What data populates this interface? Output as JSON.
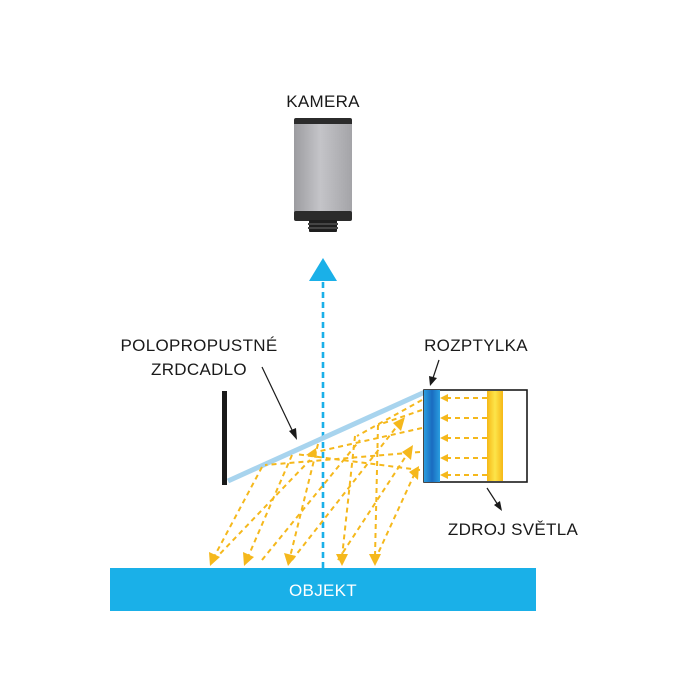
{
  "labels": {
    "camera": "KAMERA",
    "mirror_line1": "POLOPROPUSTNÉ",
    "mirror_line2": "ZRDCADLO",
    "diffuser": "ROZPTYLKA",
    "light_source": "ZDROJ SVĚTLA",
    "object": "OBJEKT"
  },
  "colors": {
    "camera_body": "#b8b8bc",
    "camera_dark": "#2b2b2b",
    "light_ray": "#f5b81c",
    "camera_ray": "#1ab0e8",
    "object_fill": "#1ab0e8",
    "mirror": "#a8d4ee",
    "diffuser": "#1a72c4",
    "lamp": "#f9cf20",
    "wall": "#1a1a1a"
  }
}
